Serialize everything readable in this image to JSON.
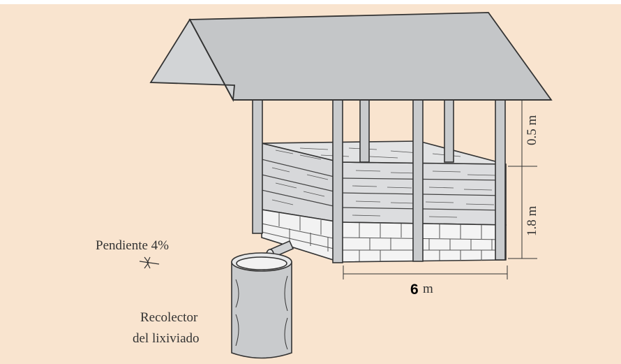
{
  "labels": {
    "height_top": "0.5 m",
    "height_bottom": "1.8 m",
    "width_number": "6",
    "width_unit": "m",
    "slope": "Pendiente 4%",
    "collector_line1": "Recolector",
    "collector_line2": "del lixiviado"
  },
  "colors": {
    "background": "#f9e4cf",
    "roof": "#c4c6c8",
    "wood": "#d7d8da",
    "post": "#c9cbcd",
    "brick": "#f2f2f2",
    "outline": "#333333"
  }
}
